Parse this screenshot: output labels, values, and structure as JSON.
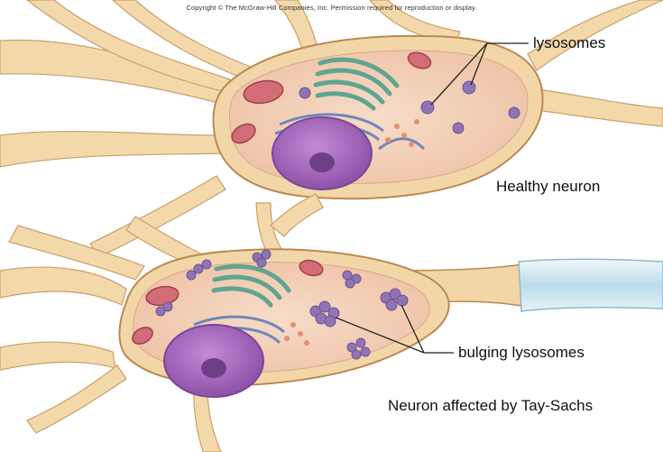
{
  "copyright": "Copyright © The McGraw-Hill Companies, Inc. Permission required for reproduction or display.",
  "labels": {
    "lysosomes": "lysosomes",
    "healthy_neuron": "Healthy neuron",
    "bulging_lysosomes": "bulging lysosomes",
    "affected_neuron": "Neuron affected by Tay-Sachs"
  },
  "colors": {
    "cell_body": "#f2d6a8",
    "cell_outline": "#b98a52",
    "cytoplasm": "#f3cfb4",
    "nucleus": "#a86bbf",
    "nucleolus": "#6e3f86",
    "golgi": "#76b7a6",
    "er": "#6e88b8",
    "mitochondria": "#c8606a",
    "lysosome": "#8f74b3",
    "axon_sheath": "#cfe6f2"
  }
}
